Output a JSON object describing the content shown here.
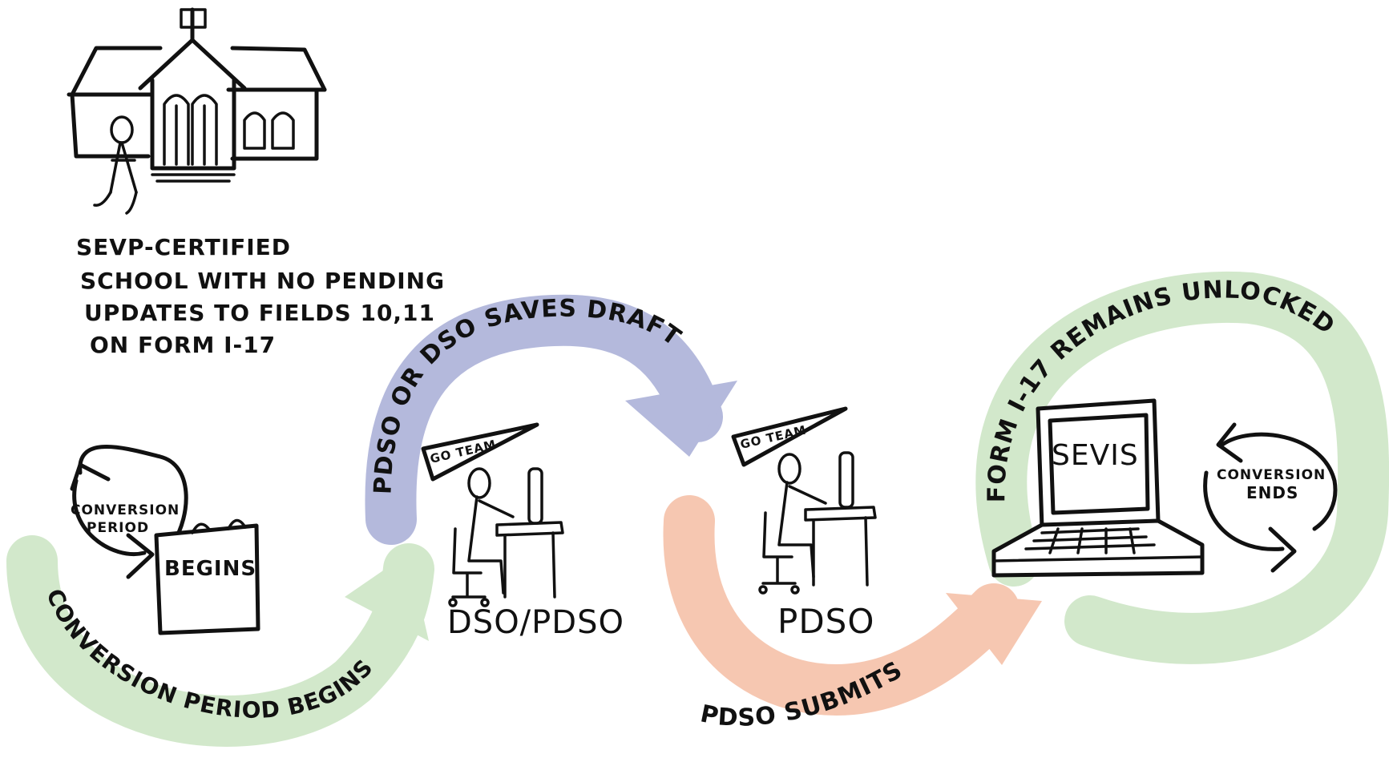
{
  "school_caption": [
    "SEVP-CERTIFIED",
    "SCHOOL WITH NO PENDING",
    "UPDATES TO FIELDS 10,11",
    "ON FORM I-17"
  ],
  "conversion_period_icon": [
    "CONVERSION",
    "PERIOD"
  ],
  "begins_sign": "BEGINS",
  "arrow_conversion_begins": "CONVERSION PERIOD BEGINS",
  "arrow_saves_draft": "PDSO OR DSO SAVES DRAFT",
  "arrow_pdso_submits": "PDSO SUBMITS",
  "arrow_remains_unlocked": "FORM I-17 REMAINS UNLOCKED",
  "pennant_text": "GO TEAM",
  "role_dso_pdso": "DSO/PDSO",
  "role_pdso": "PDSO",
  "monitor_text": "SEVIS",
  "conversion_ends_icon": [
    "CONVERSION",
    "ENDS"
  ],
  "colors": {
    "green_arrow": "#d2e8cb",
    "purple_arrow": "#b4b9dc",
    "salmon_arrow": "#f6c7b1",
    "ink": "#111111"
  },
  "icons": [
    "school-building-icon",
    "person-icon",
    "cycle-arrows-icon",
    "computer-icon",
    "desk-icon",
    "pennant-icon"
  ]
}
